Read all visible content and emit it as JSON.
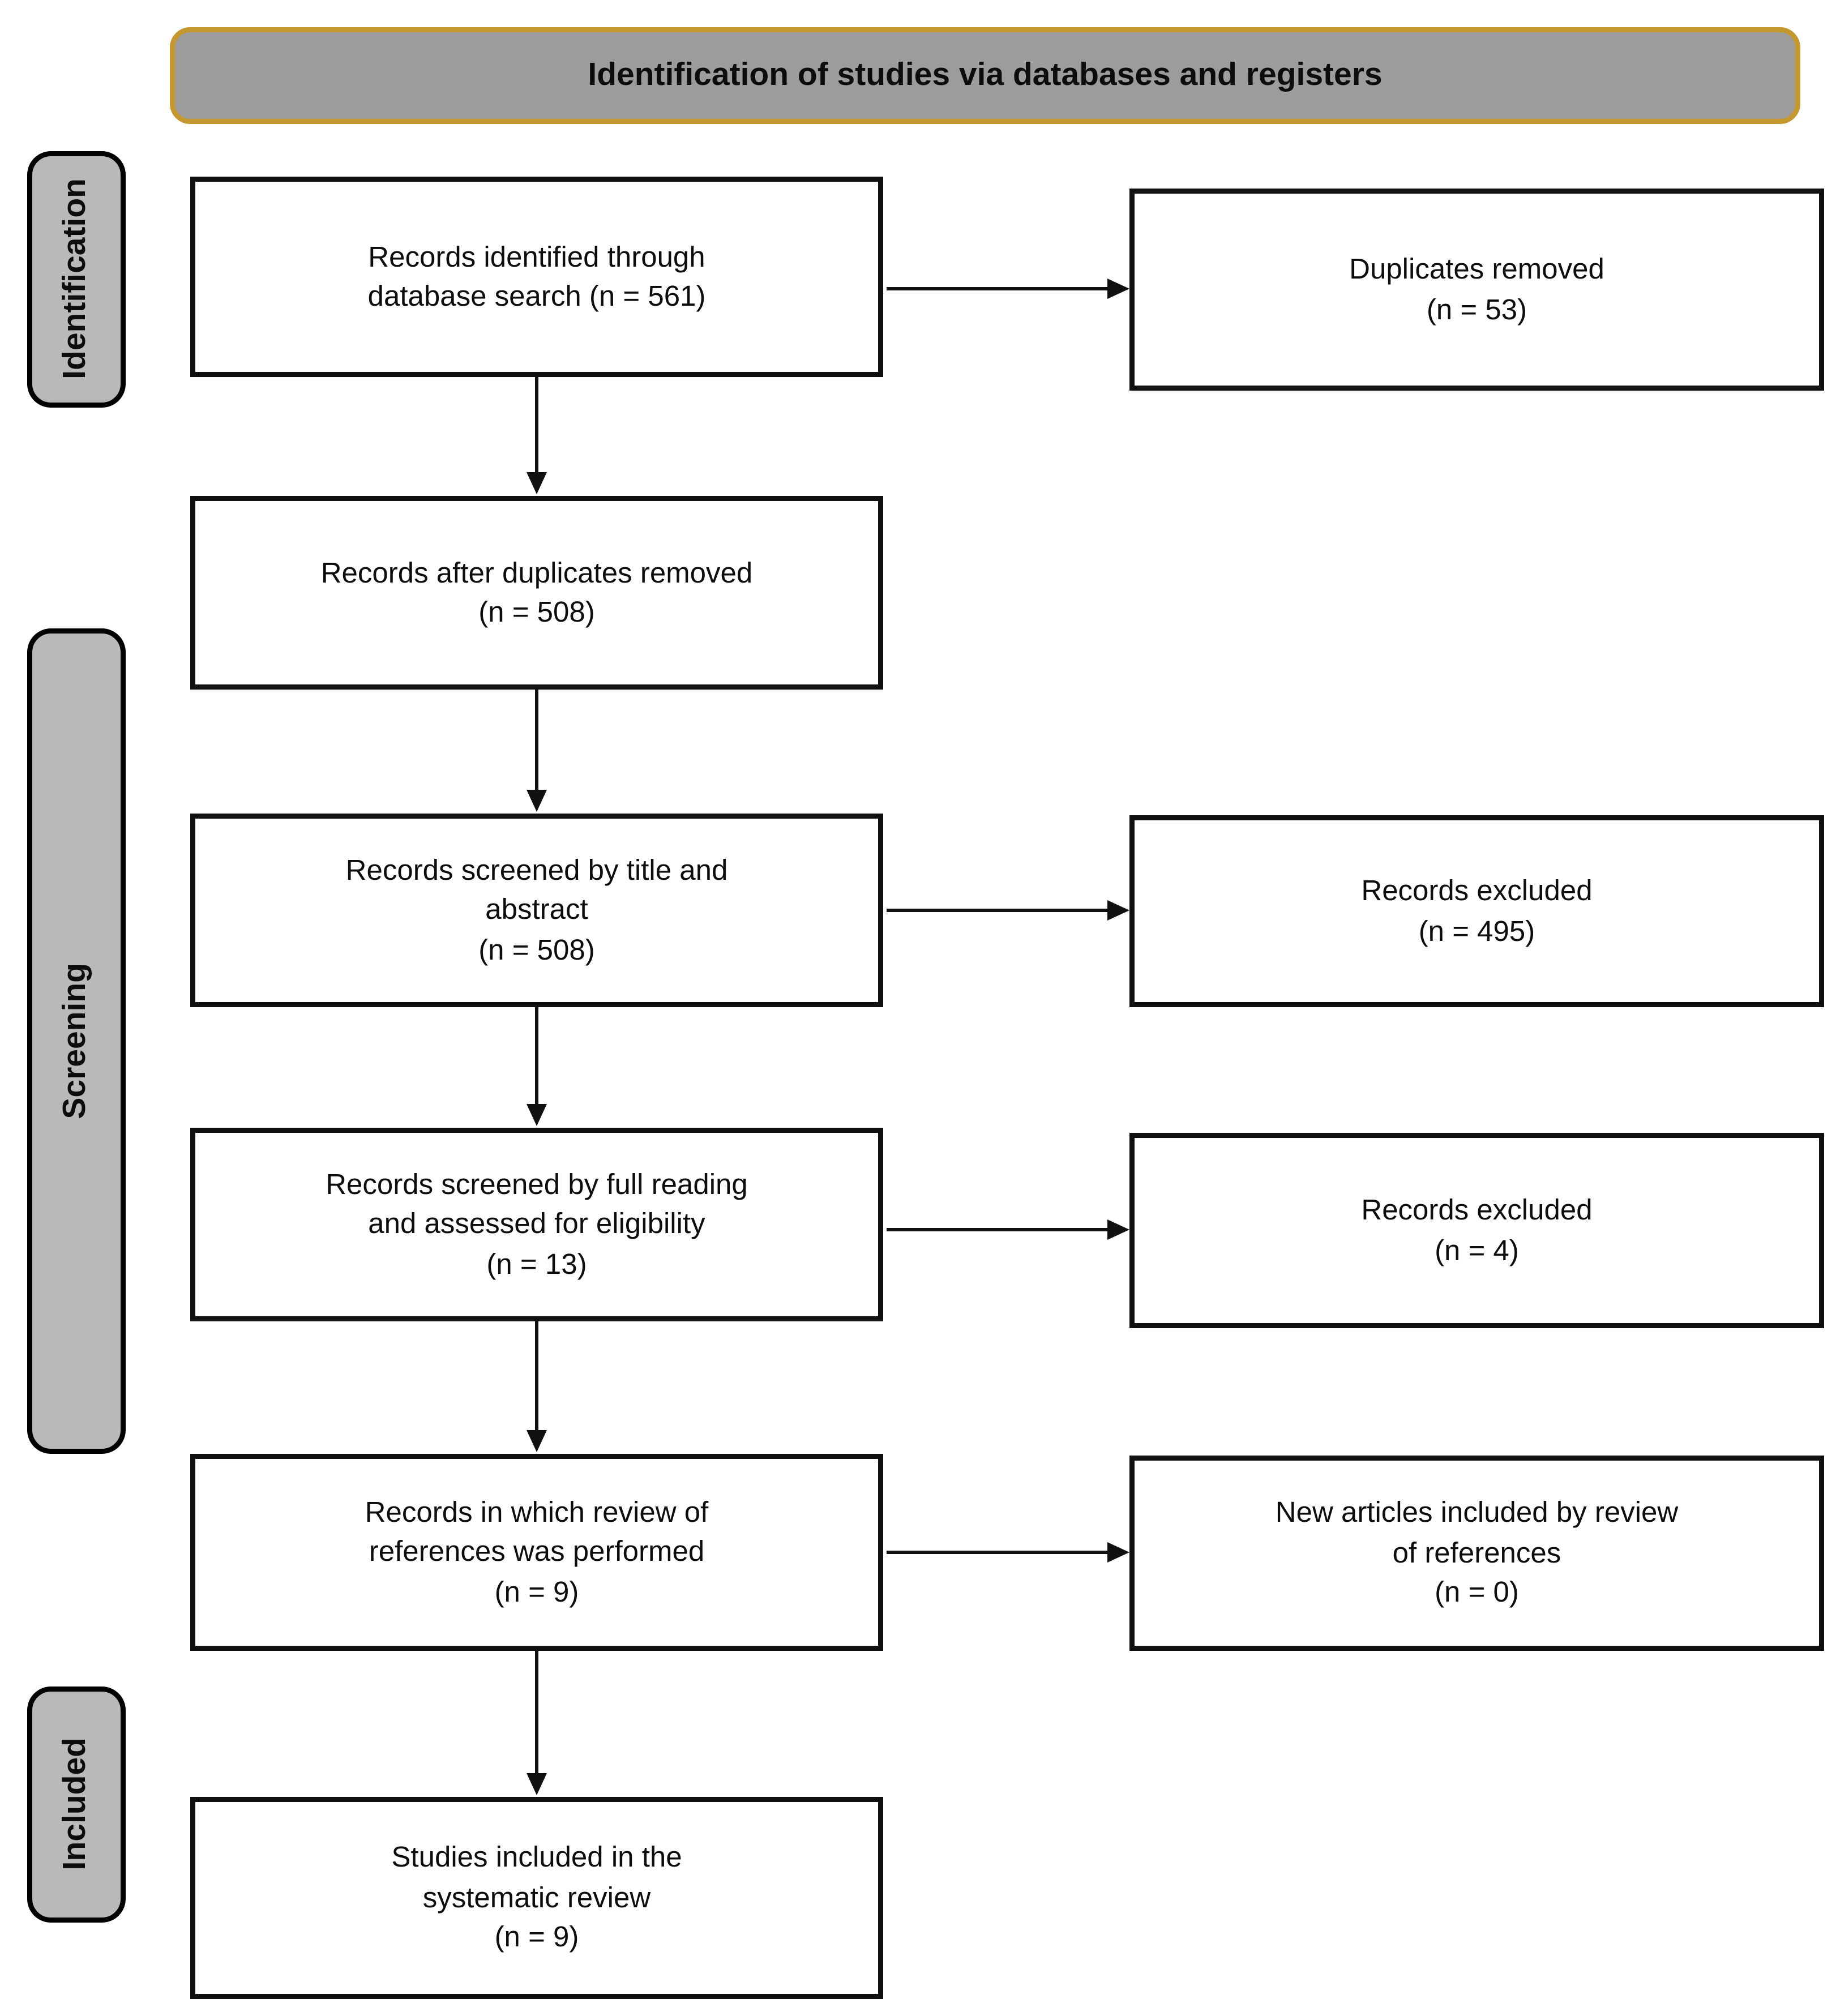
{
  "header": {
    "title": "Identification of studies via databases and registers"
  },
  "colors": {
    "header_fill": "#9c9c9c",
    "header_border": "#c4982f",
    "stage_fill": "#b9b9b9",
    "box_border": "#111111",
    "line_color": "#111111"
  },
  "stages": [
    {
      "label": "Identification"
    },
    {
      "label": "Screening"
    },
    {
      "label": "Included"
    }
  ],
  "flow": {
    "main": [
      {
        "lines": [
          "Records identified through",
          "database search (n = 561)"
        ]
      },
      {
        "lines": [
          "Records after duplicates removed",
          "(n = 508)"
        ]
      },
      {
        "lines": [
          "Records screened by title and",
          "abstract",
          "(n = 508)"
        ]
      },
      {
        "lines": [
          "Records screened by full reading",
          "and assessed for eligibility",
          "(n = 13)"
        ]
      },
      {
        "lines": [
          "Records in which review of",
          "references was performed",
          "(n = 9)"
        ]
      },
      {
        "lines": [
          "Studies included in the",
          "systematic review",
          "(n = 9)"
        ]
      }
    ],
    "side": [
      {
        "lines": [
          "Duplicates removed",
          "(n = 53)"
        ]
      },
      {
        "lines": [
          "Records excluded",
          "(n = 495)"
        ]
      },
      {
        "lines": [
          "Records excluded",
          "(n = 4)"
        ]
      },
      {
        "lines": [
          "New articles included by review",
          "of references",
          "(n = 0)"
        ]
      }
    ]
  }
}
